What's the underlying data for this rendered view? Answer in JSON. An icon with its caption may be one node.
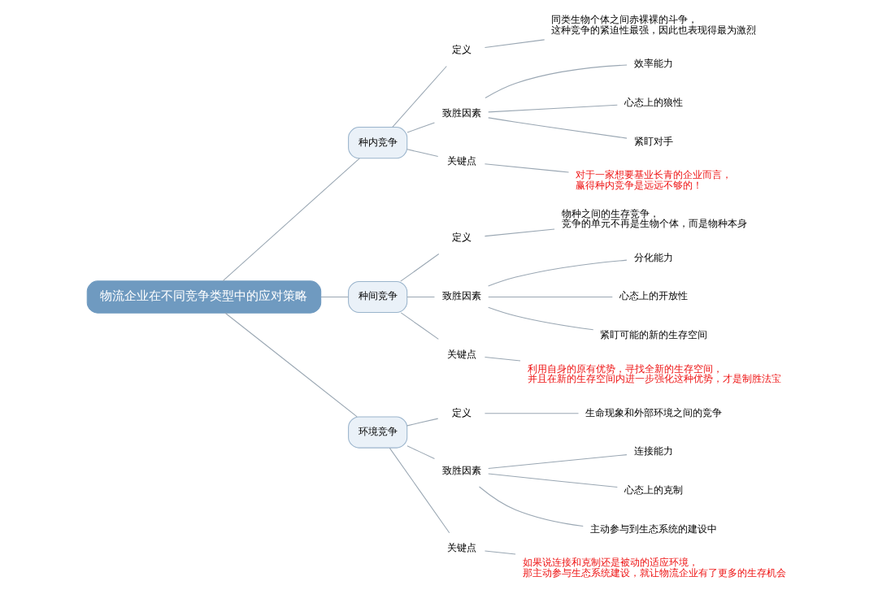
{
  "diagram": {
    "nodes": [
      {
        "text": [
          "物流企业在不同竞争类型中的应对策略"
        ]
      },
      {
        "text": [
          "种内竞争"
        ]
      },
      {
        "text": [
          "定义"
        ]
      },
      {
        "text": [
          "同类生物个体之间赤裸裸的斗争，这种竞争的紧迫性最强，因此也表现得最为激烈"
        ]
      },
      {
        "text": [
          "致胜因素"
        ]
      },
      {
        "text": [
          "效率能力"
        ]
      },
      {
        "text": [
          "心态上的狼性"
        ]
      },
      {
        "text": [
          "紧盯对手"
        ]
      },
      {
        "text": [
          "关键点"
        ]
      },
      {
        "text": [
          "对于一家想要基业长青的企业而言，赢得种内竞争是远远不够的！"
        ]
      },
      {
        "text": [
          "种间竞争"
        ]
      },
      {
        "text": [
          "定义"
        ]
      },
      {
        "text": [
          "物种之间的生存竞争，竞争的单元不再是生物个体，而是物种本身"
        ]
      },
      {
        "text": [
          "致胜因素"
        ]
      },
      {
        "text": [
          "分化能力"
        ]
      },
      {
        "text": [
          "心态上的开放性"
        ]
      },
      {
        "text": [
          "紧盯可能的新的生存空间"
        ]
      },
      {
        "text": [
          "关键点"
        ]
      },
      {
        "text": [
          "利用自身的原有优势，寻找全新的生存空间，并且在新的生存空间内进一步强化这种优势，才是制胜法宝"
        ]
      },
      {
        "text": [
          "环境竞争"
        ]
      },
      {
        "text": [
          "定义"
        ]
      },
      {
        "text": [
          "生命现象和外部环境之间的竞争"
        ]
      },
      {
        "text": [
          "致胜因素"
        ]
      },
      {
        "text": [
          "连接能力"
        ]
      },
      {
        "text": [
          "心态上的克制"
        ]
      },
      {
        "text": [
          "主动参与到生态系统的建设中"
        ]
      },
      {
        "text": [
          "关键点"
        ]
      },
      {
        "text": [
          "如果说连接和克制还是被动的适应环境，那主动参与生态系统建设，就让物流企业有了更多的生存机会"
        ]
      }
    ],
    "edges": [
      {
        "from": 0,
        "to": 1,
        "arrow": "none"
      },
      {
        "from": 1,
        "to": 2,
        "arrow": "none"
      },
      {
        "from": 2,
        "to": 3,
        "arrow": "none"
      },
      {
        "from": 1,
        "to": 4,
        "arrow": "none"
      },
      {
        "from": 4,
        "to": 5,
        "arrow": "none"
      },
      {
        "from": 4,
        "to": 6,
        "arrow": "none"
      },
      {
        "from": 4,
        "to": 7,
        "arrow": "none"
      },
      {
        "from": 1,
        "to": 8,
        "arrow": "none"
      },
      {
        "from": 8,
        "to": 9,
        "arrow": "none"
      },
      {
        "from": 0,
        "to": 10,
        "arrow": "none"
      },
      {
        "from": 10,
        "to": 11,
        "arrow": "none"
      },
      {
        "from": 11,
        "to": 12,
        "arrow": "none"
      },
      {
        "from": 10,
        "to": 13,
        "arrow": "none"
      },
      {
        "from": 13,
        "to": 14,
        "arrow": "none"
      },
      {
        "from": 13,
        "to": 15,
        "arrow": "none"
      },
      {
        "from": 13,
        "to": 16,
        "arrow": "none"
      },
      {
        "from": 10,
        "to": 17,
        "arrow": "none"
      },
      {
        "from": 17,
        "to": 18,
        "arrow": "none"
      },
      {
        "from": 0,
        "to": 19,
        "arrow": "none"
      },
      {
        "from": 19,
        "to": 20,
        "arrow": "none"
      },
      {
        "from": 20,
        "to": 21,
        "arrow": "none"
      },
      {
        "from": 19,
        "to": 22,
        "arrow": "none"
      },
      {
        "from": 22,
        "to": 23,
        "arrow": "none"
      },
      {
        "from": 22,
        "to": 24,
        "arrow": "none"
      },
      {
        "from": 22,
        "to": 25,
        "arrow": "none"
      },
      {
        "from": 19,
        "to": 26,
        "arrow": "none"
      },
      {
        "from": 26,
        "to": 27,
        "arrow": "none"
      }
    ]
  }
}
